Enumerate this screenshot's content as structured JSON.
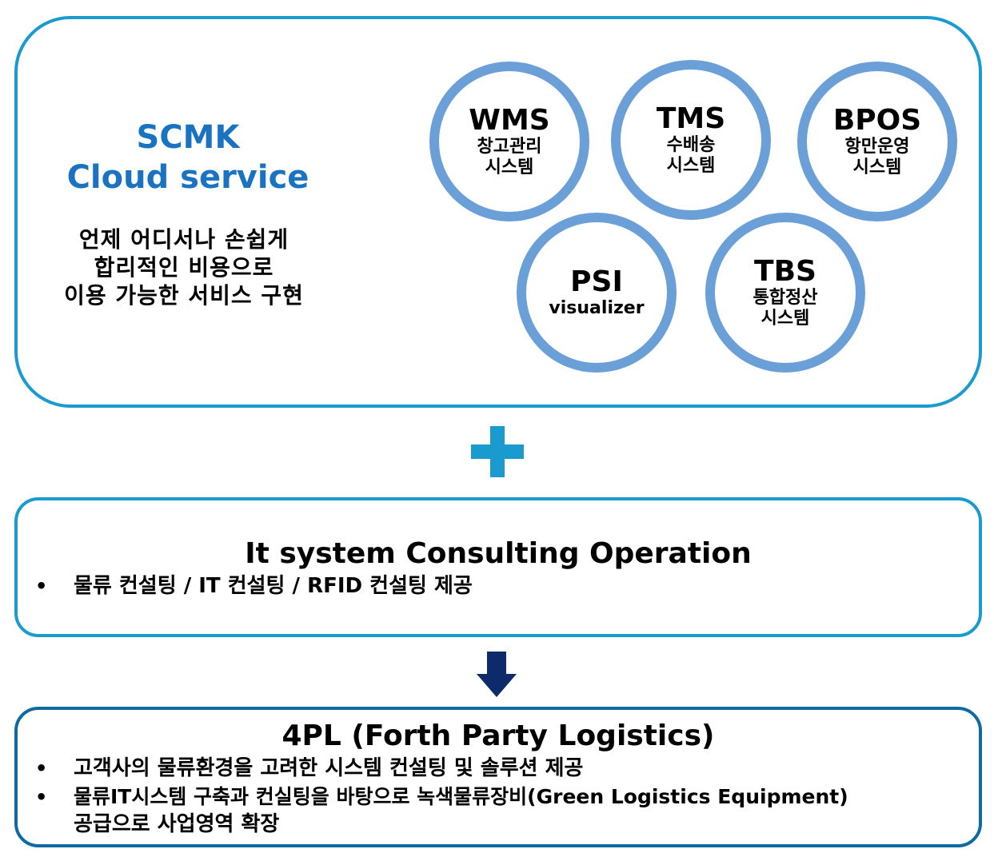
{
  "cloud": {
    "title_line1": "SCMK",
    "title_line2": "Cloud service",
    "desc_line1": "언제 어디서나 손쉽게",
    "desc_line2": "합리적인 비용으로",
    "desc_line3": "이용 가능한 서비스 구현",
    "circles": [
      {
        "title": "WMS",
        "sub1": "창고관리",
        "sub2": "시스템"
      },
      {
        "title": "TMS",
        "sub1": "수배송",
        "sub2": "시스템"
      },
      {
        "title": "BPOS",
        "sub1": "항만운영",
        "sub2": "시스템"
      },
      {
        "title": "PSI",
        "sub1": "visualizer",
        "sub2": ""
      },
      {
        "title": "TBS",
        "sub1": "통합정산",
        "sub2": "시스템"
      }
    ]
  },
  "consulting": {
    "title": "It system Consulting Operation",
    "bullets": [
      "물류 컨설팅 / IT 컨설팅 / RFID 컨설팅 제공"
    ]
  },
  "fourpl": {
    "title": "4PL (Forth Party Logistics)",
    "bullet1": "고객사의 물류환경을 고려한 시스템 컨설팅 및 솔루션 제공",
    "bullet2_line1": "물류IT시스템 구축과 컨실팅을 바탕으로 녹색물류장비(Green Logistics Equipment)",
    "bullet2_line2": "공급으로 사업영역 확장"
  },
  "bullet_symbol": "•",
  "colors": {
    "box_border": "#1a9bd0",
    "box_border_dark": "#0e6aa1",
    "circle_border": "#6a9fd8",
    "title_blue": "#1a73c1",
    "plus": "#1a9bd0",
    "arrow": "#0d2a6b"
  },
  "icons": {
    "plus": "plus-icon",
    "arrow": "arrow-down-icon"
  }
}
